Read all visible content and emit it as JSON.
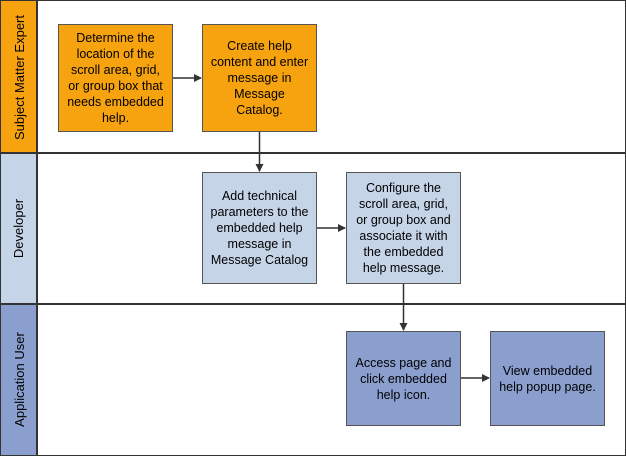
{
  "colors": {
    "sme_lane": "#F7A30F",
    "sme_box": "#F7A30F",
    "developer_lane": "#C6D4E8",
    "developer_box": "#C6D4E8",
    "user_lane": "#8B9FCF",
    "user_box": "#8B9FCF",
    "border": "#333333"
  },
  "lanes": [
    {
      "label": "Subject Matter Expert"
    },
    {
      "label": "Developer"
    },
    {
      "label": "Application User"
    }
  ],
  "steps": [
    {
      "text": "Determine the\nlocation of the\nscroll area, grid,\nor group box that\nneeds embedded\nhelp."
    },
    {
      "text": "Create help\ncontent and enter\nmessage in\nMessage\nCatalog."
    },
    {
      "text": "Add technical\nparameters to the\nembedded help\nmessage in\nMessage Catalog"
    },
    {
      "text": "Configure the\nscroll area, grid,\nor group box and\nassociate it with\nthe embedded\nhelp message."
    },
    {
      "text": "Access page and\nclick embedded\nhelp icon."
    },
    {
      "text": "View embedded\nhelp popup page."
    }
  ]
}
